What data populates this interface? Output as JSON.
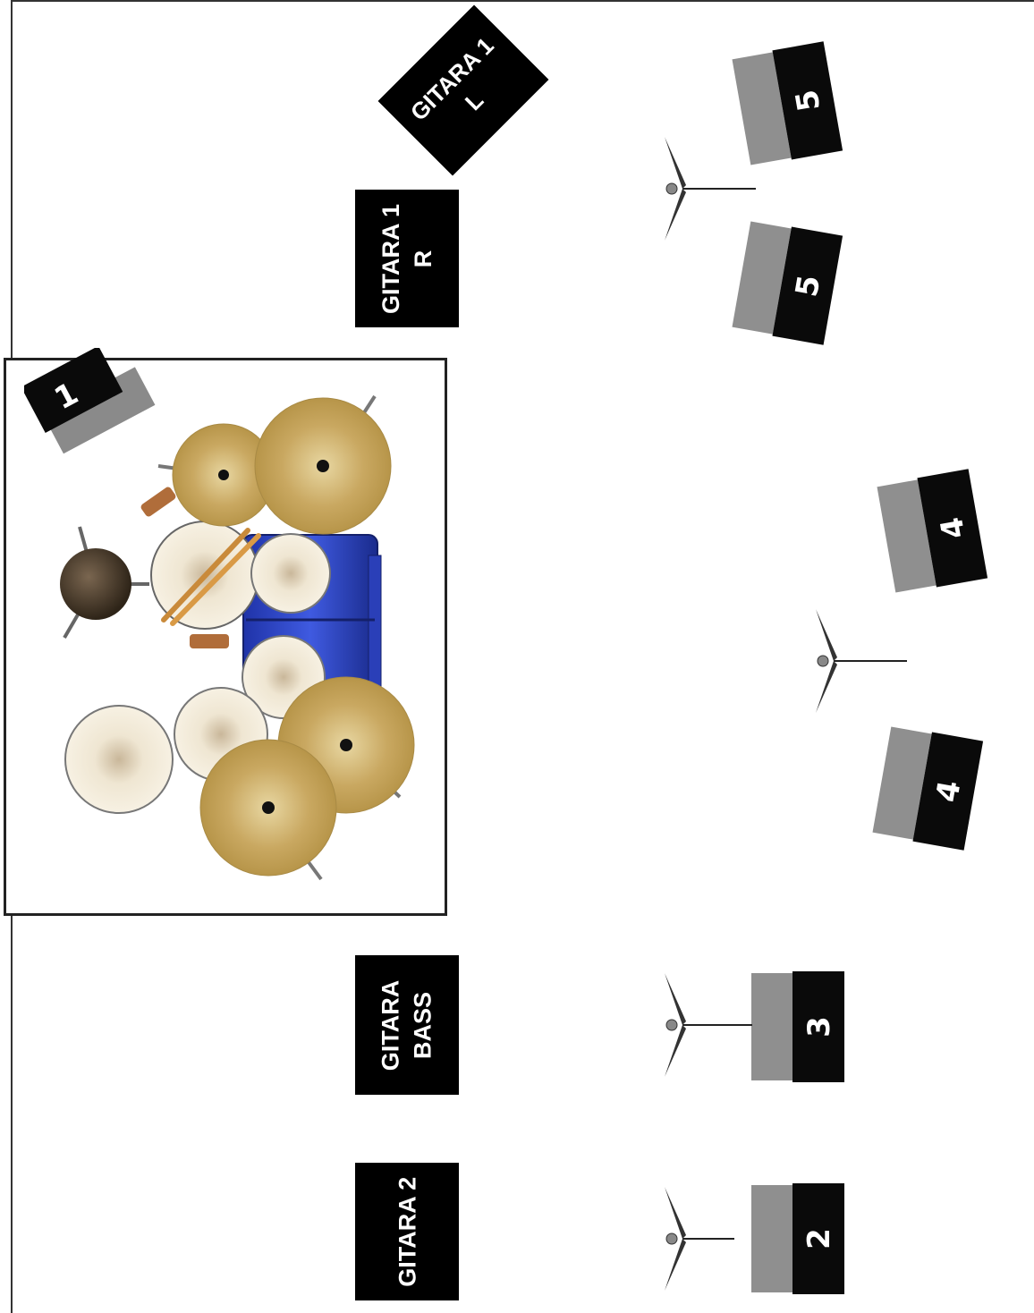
{
  "amps": {
    "guitar1_left": {
      "line1": "GITARA 1",
      "line2": "L"
    },
    "guitar1_right": {
      "line1": "GITARA 1",
      "line2": "R"
    },
    "bass": {
      "line1": "GITARA",
      "line2": "BASS"
    },
    "guitar2": {
      "line1": "GITARA 2"
    }
  },
  "monitors": {
    "drum": "1",
    "guitar2": "2",
    "bass": "3",
    "center_left": "4",
    "center_right": "4",
    "guitar1_left": "5",
    "guitar1_right": "5"
  },
  "colors": {
    "amp": "#000000",
    "monitor_face": "#0a0a0a",
    "monitor_side": "#8a8a8a",
    "cymbal": "#c9a861",
    "drum_head": "#efe6d2",
    "drum_shell": "#2d44c4",
    "floor_tom": "#4a3a2a"
  },
  "icons": [
    "wedge-monitor-icon",
    "mic-stand-icon",
    "drum-kit-icon"
  ]
}
